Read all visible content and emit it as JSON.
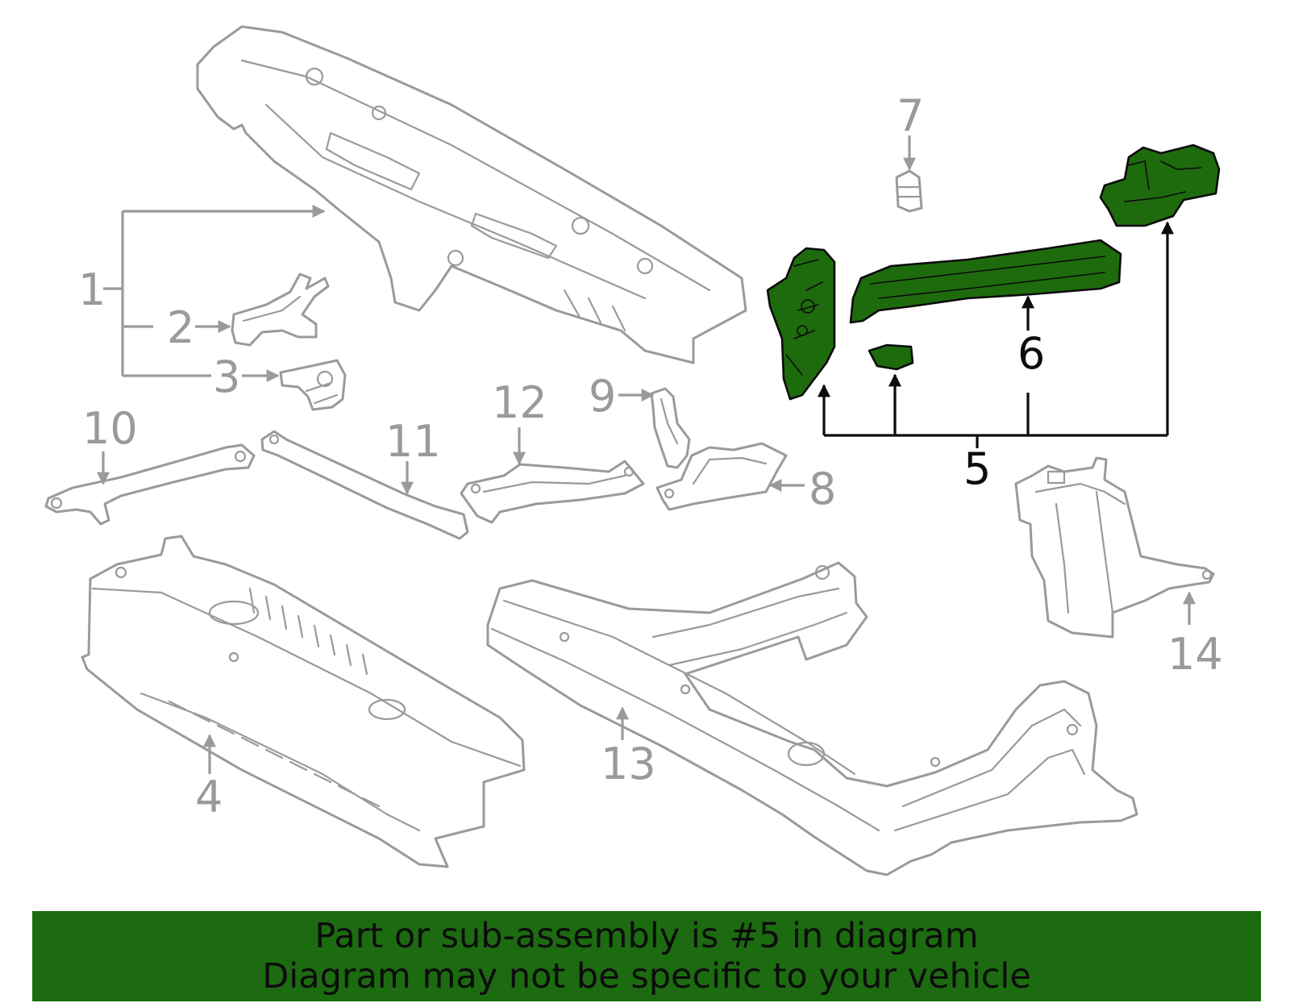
{
  "colors": {
    "highlight_fill": "#1e6b0e",
    "banner_background": "#1c6b10",
    "part_outline": "#9a9a9a",
    "highlight_outline": "#0c0c0c"
  },
  "callouts": {
    "c1": "1",
    "c2": "2",
    "c3": "3",
    "c4": "4",
    "c5": "5",
    "c6": "6",
    "c7": "7",
    "c8": "8",
    "c9": "9",
    "c10": "10",
    "c11": "11",
    "c12": "12",
    "c13": "13",
    "c14": "14"
  },
  "highlighted_part": "5",
  "banner": {
    "line1": "Part or sub-assembly is #5 in diagram",
    "line2": "Diagram may not be specific to your vehicle"
  }
}
